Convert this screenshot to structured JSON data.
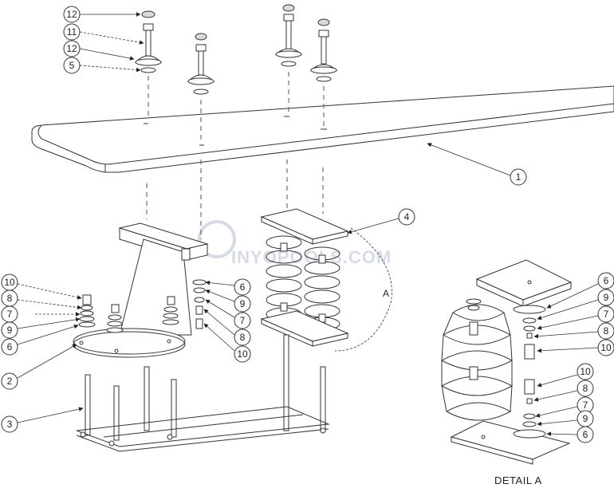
{
  "diagram": {
    "watermark": "INYOPOOLS.COM",
    "detail_caption": "DETAIL A",
    "detail_ref_letter": "A",
    "callouts": {
      "c12a": "12",
      "c11": "11",
      "c12b": "12",
      "c5": "5",
      "c1": "1",
      "c4": "4",
      "c10l": "10",
      "c8l": "8",
      "c7l": "7",
      "c9l": "9",
      "c6l": "6",
      "c2": "2",
      "c3": "3",
      "c6m": "6",
      "c9m": "9",
      "c7m": "7",
      "c8m": "8",
      "c10m": "10",
      "c6d": "6",
      "c9d": "9",
      "c7d": "7",
      "c8d": "8",
      "c10d": "10",
      "c10d2": "10",
      "c8d2": "8",
      "c7d2": "7",
      "c9d2": "9",
      "c6d2": "6"
    }
  }
}
